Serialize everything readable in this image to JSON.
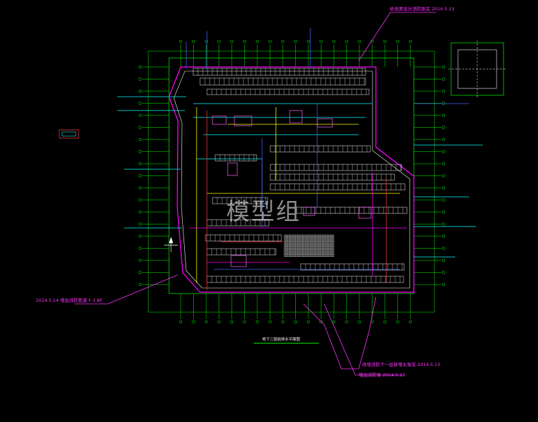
{
  "drawing": {
    "title": "地下二层给排水平面图",
    "watermark": "模型组"
  },
  "annotations": [
    {
      "id": "top-right",
      "text": "修改原设计消防泵房 2014.5.13"
    },
    {
      "id": "left",
      "text": "2014.5.14 增加消防管道 F-1.8F"
    },
    {
      "id": "bottom-1",
      "text": "改增消防下一层新增水泵房 2014.5.13"
    },
    {
      "id": "bottom-2",
      "text": "增加消防泵 2014.5.13"
    }
  ],
  "colors": {
    "background": "#000000",
    "grid": "#00ff00",
    "wall": "#ffffff",
    "pipe_cyan": "#00ffff",
    "pipe_magenta": "#ff00ff",
    "pipe_yellow": "#ffff00",
    "pipe_red": "#ff3030",
    "pipe_blue": "#4060ff",
    "annotation": "#ff33ff"
  }
}
